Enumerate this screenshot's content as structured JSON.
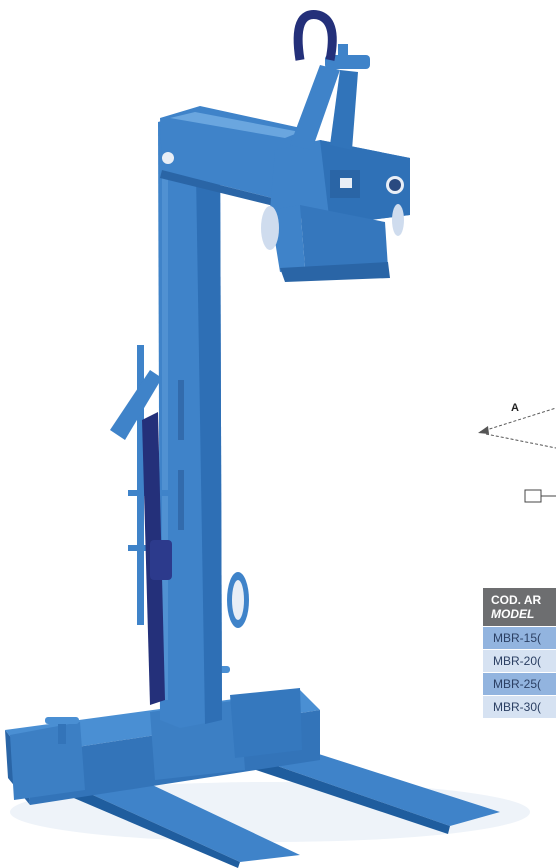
{
  "diagram": {
    "label_a": "A"
  },
  "table": {
    "header_line1": "COD. AR",
    "header_line2": "MODEL",
    "rows": [
      "MBR-15(",
      "MBR-20(",
      "MBR-25(",
      "MBR-30("
    ]
  },
  "colors": {
    "crane_blue": "#3f83c9",
    "crane_shadow": "#1f5d9e",
    "strap_navy": "#24307a",
    "table_header": "#6d6e70",
    "row_dark": "#92b4df",
    "row_light": "#d6e2f2"
  }
}
